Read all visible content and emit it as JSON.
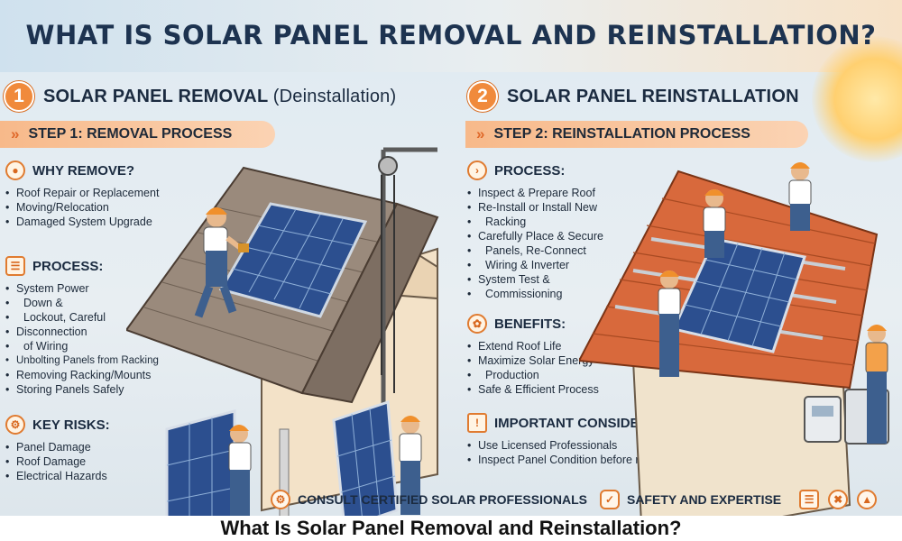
{
  "title": "WHAT IS SOLAR PANEL REMOVAL AND REINSTALLATION?",
  "left": {
    "number": "1",
    "heading": "SOLAR PANEL REMOVAL",
    "heading_sub": "(Deinstallation)",
    "step": "STEP 1: REMOVAL PROCESS",
    "why": {
      "title": "WHY REMOVE?",
      "items": [
        "Roof Repair or Replacement",
        "Moving/Relocation",
        "Damaged System Upgrade"
      ]
    },
    "process": {
      "title": "PROCESS:",
      "items": [
        "System Power",
        "Down &",
        "Lockout, Careful",
        "Disconnection",
        "of Wiring",
        "Unbolting Panels from Racking",
        "Removing Racking/Mounts",
        "Storing Panels Safely"
      ]
    },
    "risks": {
      "title": "KEY RISKS:",
      "items": [
        "Panel Damage",
        "Roof Damage",
        "Electrical Hazards"
      ]
    }
  },
  "right": {
    "number": "2",
    "heading": "SOLAR PANEL REINSTALLATION",
    "step": "STEP 2: REINSTALLATION PROCESS",
    "process": {
      "title": "PROCESS:",
      "items": [
        "Inspect & Prepare Roof",
        "Re-Install or Install New",
        "Racking",
        "Carefully Place & Secure",
        "Panels, Re-Connect",
        "Wiring & Inverter",
        "System Test &",
        "Commissioning"
      ]
    },
    "benefits": {
      "title": "BENEFITS:",
      "items": [
        "Extend Roof Life",
        "Maximize Solar Energy",
        "Production",
        "Safe & Efficient Process"
      ]
    },
    "considering": {
      "title": "IMPORTANT CONSIDERING:",
      "items": [
        "Use Licensed Professionals",
        "Inspect Panel Condition before re-installing"
      ]
    }
  },
  "footer": {
    "consult": "CONSULT CERTIFIED SOLAR PROFESSIONALS",
    "safety": "SAFETY AND EXPERTISE"
  },
  "caption": "What Is Solar Panel Removal and Reinstallation?",
  "colors": {
    "accent": "#f08a3c",
    "navy": "#1d3350",
    "panel": "#2c4f8f"
  }
}
